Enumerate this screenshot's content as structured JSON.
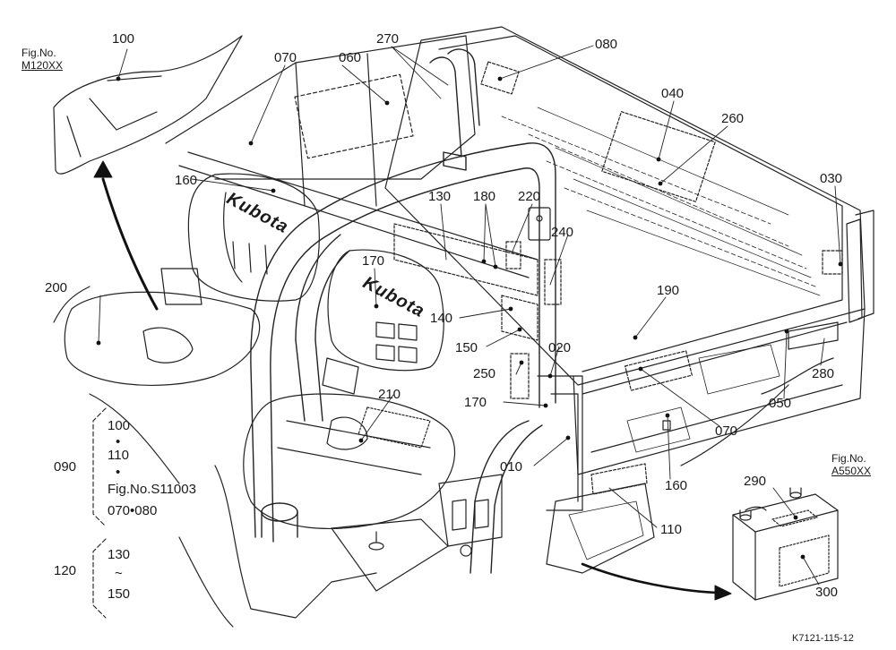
{
  "figure_refs": {
    "top_left": {
      "line1": "Fig.No.",
      "line2": "M120XX"
    },
    "bottom_right": {
      "line1": "Fig.No.",
      "line2": "A550XX"
    }
  },
  "callouts": {
    "c100": "100",
    "c270": "270",
    "c080": "080",
    "c070a": "070",
    "c060": "060",
    "c040": "040",
    "c260": "260",
    "c160a": "160",
    "c130": "130",
    "c180": "180",
    "c220": "220",
    "c030": "030",
    "c240": "240",
    "c170a": "170",
    "c200": "200",
    "c190": "190",
    "c140": "140",
    "c150": "150",
    "c020": "020",
    "c280": "280",
    "c250": "250",
    "c170b": "170",
    "c050": "050",
    "c210": "210",
    "c070b": "070",
    "c010": "010",
    "c160b": "160",
    "c290": "290",
    "c110": "110",
    "c300": "300"
  },
  "groups": {
    "g090": {
      "id": "090",
      "items": [
        "100",
        "•",
        "110",
        "•",
        "Fig.No.S11003",
        "070•080"
      ]
    },
    "g120": {
      "id": "120",
      "items": [
        "130",
        "~",
        "150"
      ]
    }
  },
  "drawing_code": "K7121-115-12",
  "seat_logo": "Kubota"
}
